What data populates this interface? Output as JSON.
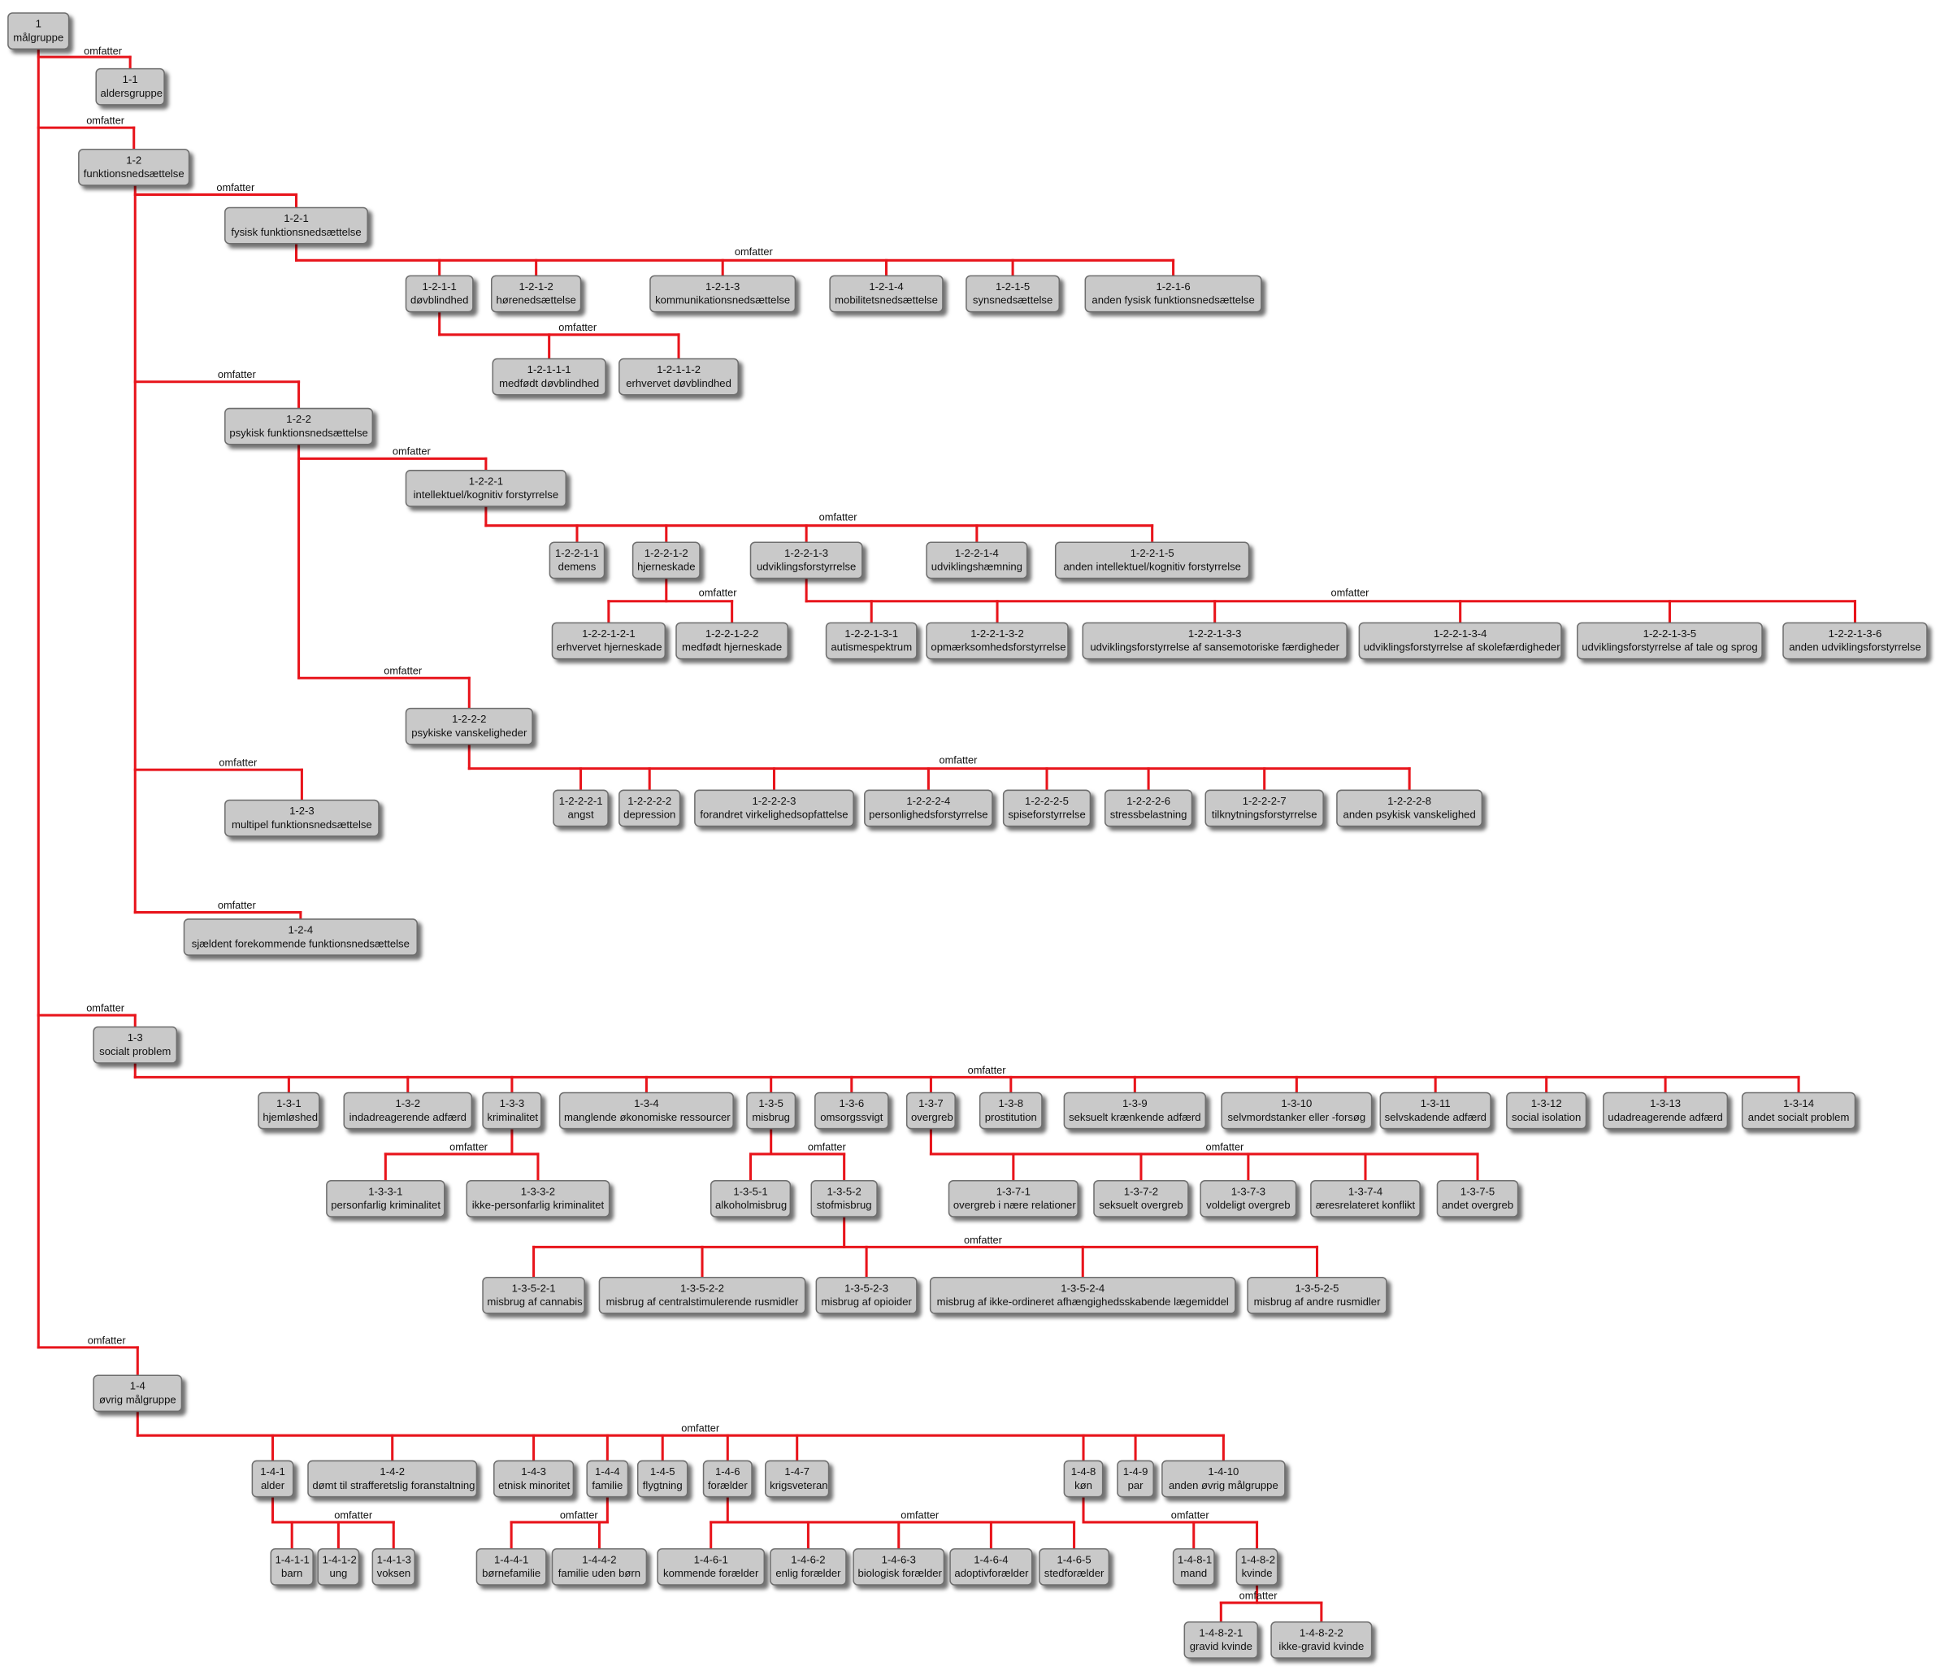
{
  "relation_label": "omfatter",
  "colors": {
    "edge": "#e8141b",
    "node_fill": "#c9c9c9",
    "node_border": "#6e6e6e"
  },
  "nodes": [
    {
      "id": "1",
      "code": "1",
      "label": "målgruppe"
    },
    {
      "id": "1-1",
      "code": "1-1",
      "label": "aldersgruppe"
    },
    {
      "id": "1-2",
      "code": "1-2",
      "label": "funktionsnedsættelse"
    },
    {
      "id": "1-2-1",
      "code": "1-2-1",
      "label": "fysisk funktionsnedsættelse"
    },
    {
      "id": "1-2-1-1",
      "code": "1-2-1-1",
      "label": "døvblindhed"
    },
    {
      "id": "1-2-1-2",
      "code": "1-2-1-2",
      "label": "hørenedsættelse"
    },
    {
      "id": "1-2-1-3",
      "code": "1-2-1-3",
      "label": "kommunikationsnedsættelse"
    },
    {
      "id": "1-2-1-4",
      "code": "1-2-1-4",
      "label": "mobilitetsnedsættelse"
    },
    {
      "id": "1-2-1-5",
      "code": "1-2-1-5",
      "label": "synsnedsættelse"
    },
    {
      "id": "1-2-1-6",
      "code": "1-2-1-6",
      "label": "anden fysisk funktionsnedsættelse"
    },
    {
      "id": "1-2-1-1-1",
      "code": "1-2-1-1-1",
      "label": "medfødt døvblindhed"
    },
    {
      "id": "1-2-1-1-2",
      "code": "1-2-1-1-2",
      "label": "erhvervet døvblindhed"
    },
    {
      "id": "1-2-2",
      "code": "1-2-2",
      "label": "psykisk funktionsnedsættelse"
    },
    {
      "id": "1-2-2-1",
      "code": "1-2-2-1",
      "label": "intellektuel/kognitiv forstyrrelse"
    },
    {
      "id": "1-2-2-1-1",
      "code": "1-2-2-1-1",
      "label": "demens"
    },
    {
      "id": "1-2-2-1-2",
      "code": "1-2-2-1-2",
      "label": "hjerneskade"
    },
    {
      "id": "1-2-2-1-3",
      "code": "1-2-2-1-3",
      "label": "udviklingsforstyrrelse"
    },
    {
      "id": "1-2-2-1-4",
      "code": "1-2-2-1-4",
      "label": "udviklingshæmning"
    },
    {
      "id": "1-2-2-1-5",
      "code": "1-2-2-1-5",
      "label": "anden intellektuel/kognitiv forstyrrelse"
    },
    {
      "id": "1-2-2-1-2-1",
      "code": "1-2-2-1-2-1",
      "label": "erhvervet hjerneskade"
    },
    {
      "id": "1-2-2-1-2-2",
      "code": "1-2-2-1-2-2",
      "label": "medfødt hjerneskade"
    },
    {
      "id": "1-2-2-1-3-1",
      "code": "1-2-2-1-3-1",
      "label": "autismespektrum"
    },
    {
      "id": "1-2-2-1-3-2",
      "code": "1-2-2-1-3-2",
      "label": "opmærksomhedsforstyrrelse"
    },
    {
      "id": "1-2-2-1-3-3",
      "code": "1-2-2-1-3-3",
      "label": "udviklingsforstyrrelse af sansemotoriske færdigheder"
    },
    {
      "id": "1-2-2-1-3-4",
      "code": "1-2-2-1-3-4",
      "label": "udviklingsforstyrrelse af skolefærdigheder"
    },
    {
      "id": "1-2-2-1-3-5",
      "code": "1-2-2-1-3-5",
      "label": "udviklingsforstyrrelse af tale og sprog"
    },
    {
      "id": "1-2-2-1-3-6",
      "code": "1-2-2-1-3-6",
      "label": "anden udviklingsforstyrrelse"
    },
    {
      "id": "1-2-2-2",
      "code": "1-2-2-2",
      "label": "psykiske vanskeligheder"
    },
    {
      "id": "1-2-2-2-1",
      "code": "1-2-2-2-1",
      "label": "angst"
    },
    {
      "id": "1-2-2-2-2",
      "code": "1-2-2-2-2",
      "label": "depression"
    },
    {
      "id": "1-2-2-2-3",
      "code": "1-2-2-2-3",
      "label": "forandret virkelighedsopfattelse"
    },
    {
      "id": "1-2-2-2-4",
      "code": "1-2-2-2-4",
      "label": "personlighedsforstyrrelse"
    },
    {
      "id": "1-2-2-2-5",
      "code": "1-2-2-2-5",
      "label": "spiseforstyrrelse"
    },
    {
      "id": "1-2-2-2-6",
      "code": "1-2-2-2-6",
      "label": "stressbelastning"
    },
    {
      "id": "1-2-2-2-7",
      "code": "1-2-2-2-7",
      "label": "tilknytningsforstyrrelse"
    },
    {
      "id": "1-2-2-2-8",
      "code": "1-2-2-2-8",
      "label": "anden psykisk vanskelighed"
    },
    {
      "id": "1-2-3",
      "code": "1-2-3",
      "label": "multipel funktionsnedsættelse"
    },
    {
      "id": "1-2-4",
      "code": "1-2-4",
      "label": "sjældent forekommende funktionsnedsættelse"
    },
    {
      "id": "1-3",
      "code": "1-3",
      "label": "socialt problem"
    },
    {
      "id": "1-3-1",
      "code": "1-3-1",
      "label": "hjemløshed"
    },
    {
      "id": "1-3-2",
      "code": "1-3-2",
      "label": "indadreagerende adfærd"
    },
    {
      "id": "1-3-3",
      "code": "1-3-3",
      "label": "kriminalitet"
    },
    {
      "id": "1-3-4",
      "code": "1-3-4",
      "label": "manglende økonomiske ressourcer"
    },
    {
      "id": "1-3-5",
      "code": "1-3-5",
      "label": "misbrug"
    },
    {
      "id": "1-3-6",
      "code": "1-3-6",
      "label": "omsorgssvigt"
    },
    {
      "id": "1-3-7",
      "code": "1-3-7",
      "label": "overgreb"
    },
    {
      "id": "1-3-8",
      "code": "1-3-8",
      "label": "prostitution"
    },
    {
      "id": "1-3-9",
      "code": "1-3-9",
      "label": "seksuelt krænkende adfærd"
    },
    {
      "id": "1-3-10",
      "code": "1-3-10",
      "label": "selvmordstanker eller -forsøg"
    },
    {
      "id": "1-3-11",
      "code": "1-3-11",
      "label": "selvskadende adfærd"
    },
    {
      "id": "1-3-12",
      "code": "1-3-12",
      "label": "social isolation"
    },
    {
      "id": "1-3-13",
      "code": "1-3-13",
      "label": "udadreagerende adfærd"
    },
    {
      "id": "1-3-14",
      "code": "1-3-14",
      "label": "andet socialt problem"
    },
    {
      "id": "1-3-3-1",
      "code": "1-3-3-1",
      "label": "personfarlig kriminalitet"
    },
    {
      "id": "1-3-3-2",
      "code": "1-3-3-2",
      "label": "ikke-personfarlig kriminalitet"
    },
    {
      "id": "1-3-5-1",
      "code": "1-3-5-1",
      "label": "alkoholmisbrug"
    },
    {
      "id": "1-3-5-2",
      "code": "1-3-5-2",
      "label": "stofmisbrug"
    },
    {
      "id": "1-3-7-1",
      "code": "1-3-7-1",
      "label": "overgreb i nære relationer"
    },
    {
      "id": "1-3-7-2",
      "code": "1-3-7-2",
      "label": "seksuelt overgreb"
    },
    {
      "id": "1-3-7-3",
      "code": "1-3-7-3",
      "label": "voldeligt overgreb"
    },
    {
      "id": "1-3-7-4",
      "code": "1-3-7-4",
      "label": "æresrelateret konflikt"
    },
    {
      "id": "1-3-7-5",
      "code": "1-3-7-5",
      "label": "andet overgreb"
    },
    {
      "id": "1-3-5-2-1",
      "code": "1-3-5-2-1",
      "label": "misbrug af cannabis"
    },
    {
      "id": "1-3-5-2-2",
      "code": "1-3-5-2-2",
      "label": "misbrug af centralstimulerende rusmidler"
    },
    {
      "id": "1-3-5-2-3",
      "code": "1-3-5-2-3",
      "label": "misbrug af opioider"
    },
    {
      "id": "1-3-5-2-4",
      "code": "1-3-5-2-4",
      "label": "misbrug af ikke-ordineret afhængighedsskabende lægemiddel"
    },
    {
      "id": "1-3-5-2-5",
      "code": "1-3-5-2-5",
      "label": "misbrug af andre rusmidler"
    },
    {
      "id": "1-4",
      "code": "1-4",
      "label": "øvrig målgruppe"
    },
    {
      "id": "1-4-1",
      "code": "1-4-1",
      "label": "alder"
    },
    {
      "id": "1-4-2",
      "code": "1-4-2",
      "label": "dømt til strafferetslig foranstaltning"
    },
    {
      "id": "1-4-3",
      "code": "1-4-3",
      "label": "etnisk minoritet"
    },
    {
      "id": "1-4-4",
      "code": "1-4-4",
      "label": "familie"
    },
    {
      "id": "1-4-5",
      "code": "1-4-5",
      "label": "flygtning"
    },
    {
      "id": "1-4-6",
      "code": "1-4-6",
      "label": "forælder"
    },
    {
      "id": "1-4-7",
      "code": "1-4-7",
      "label": "krigsveteran"
    },
    {
      "id": "1-4-8",
      "code": "1-4-8",
      "label": "køn"
    },
    {
      "id": "1-4-9",
      "code": "1-4-9",
      "label": "par"
    },
    {
      "id": "1-4-10",
      "code": "1-4-10",
      "label": "anden øvrig målgruppe"
    },
    {
      "id": "1-4-1-1",
      "code": "1-4-1-1",
      "label": "barn"
    },
    {
      "id": "1-4-1-2",
      "code": "1-4-1-2",
      "label": "ung"
    },
    {
      "id": "1-4-1-3",
      "code": "1-4-1-3",
      "label": "voksen"
    },
    {
      "id": "1-4-4-1",
      "code": "1-4-4-1",
      "label": "børnefamilie"
    },
    {
      "id": "1-4-4-2",
      "code": "1-4-4-2",
      "label": "familie uden børn"
    },
    {
      "id": "1-4-6-1",
      "code": "1-4-6-1",
      "label": "kommende forælder"
    },
    {
      "id": "1-4-6-2",
      "code": "1-4-6-2",
      "label": "enlig forælder"
    },
    {
      "id": "1-4-6-3",
      "code": "1-4-6-3",
      "label": "biologisk forælder"
    },
    {
      "id": "1-4-6-4",
      "code": "1-4-6-4",
      "label": "adoptivforælder"
    },
    {
      "id": "1-4-6-5",
      "code": "1-4-6-5",
      "label": "stedforælder"
    },
    {
      "id": "1-4-8-1",
      "code": "1-4-8-1",
      "label": "mand"
    },
    {
      "id": "1-4-8-2",
      "code": "1-4-8-2",
      "label": "kvinde"
    },
    {
      "id": "1-4-8-2-1",
      "code": "1-4-8-2-1",
      "label": "gravid kvinde"
    },
    {
      "id": "1-4-8-2-2",
      "code": "1-4-8-2-2",
      "label": "ikke-gravid kvinde"
    }
  ],
  "relations": [
    {
      "parent": "1",
      "children": [
        "1-1"
      ]
    },
    {
      "parent": "1",
      "children": [
        "1-2"
      ]
    },
    {
      "parent": "1",
      "children": [
        "1-3"
      ]
    },
    {
      "parent": "1",
      "children": [
        "1-4"
      ]
    },
    {
      "parent": "1-2",
      "children": [
        "1-2-1"
      ]
    },
    {
      "parent": "1-2",
      "children": [
        "1-2-2"
      ]
    },
    {
      "parent": "1-2",
      "children": [
        "1-2-3"
      ]
    },
    {
      "parent": "1-2",
      "children": [
        "1-2-4"
      ]
    },
    {
      "parent": "1-2-1",
      "children": [
        "1-2-1-1",
        "1-2-1-2",
        "1-2-1-3",
        "1-2-1-4",
        "1-2-1-5",
        "1-2-1-6"
      ]
    },
    {
      "parent": "1-2-1-1",
      "children": [
        "1-2-1-1-1",
        "1-2-1-1-2"
      ]
    },
    {
      "parent": "1-2-2",
      "children": [
        "1-2-2-1"
      ]
    },
    {
      "parent": "1-2-2",
      "children": [
        "1-2-2-2"
      ]
    },
    {
      "parent": "1-2-2-1",
      "children": [
        "1-2-2-1-1",
        "1-2-2-1-2",
        "1-2-2-1-3",
        "1-2-2-1-4",
        "1-2-2-1-5"
      ]
    },
    {
      "parent": "1-2-2-1-2",
      "children": [
        "1-2-2-1-2-1",
        "1-2-2-1-2-2"
      ]
    },
    {
      "parent": "1-2-2-1-3",
      "children": [
        "1-2-2-1-3-1",
        "1-2-2-1-3-2",
        "1-2-2-1-3-3",
        "1-2-2-1-3-4",
        "1-2-2-1-3-5",
        "1-2-2-1-3-6"
      ]
    },
    {
      "parent": "1-2-2-2",
      "children": [
        "1-2-2-2-1",
        "1-2-2-2-2",
        "1-2-2-2-3",
        "1-2-2-2-4",
        "1-2-2-2-5",
        "1-2-2-2-6",
        "1-2-2-2-7",
        "1-2-2-2-8"
      ]
    },
    {
      "parent": "1-3",
      "children": [
        "1-3-1",
        "1-3-2",
        "1-3-3",
        "1-3-4",
        "1-3-5",
        "1-3-6",
        "1-3-7",
        "1-3-8",
        "1-3-9",
        "1-3-10",
        "1-3-11",
        "1-3-12",
        "1-3-13",
        "1-3-14"
      ]
    },
    {
      "parent": "1-3-3",
      "children": [
        "1-3-3-1",
        "1-3-3-2"
      ]
    },
    {
      "parent": "1-3-5",
      "children": [
        "1-3-5-1",
        "1-3-5-2"
      ]
    },
    {
      "parent": "1-3-7",
      "children": [
        "1-3-7-1",
        "1-3-7-2",
        "1-3-7-3",
        "1-3-7-4",
        "1-3-7-5"
      ]
    },
    {
      "parent": "1-3-5-2",
      "children": [
        "1-3-5-2-1",
        "1-3-5-2-2",
        "1-3-5-2-3",
        "1-3-5-2-4",
        "1-3-5-2-5"
      ]
    },
    {
      "parent": "1-4",
      "children": [
        "1-4-1",
        "1-4-2",
        "1-4-3",
        "1-4-4",
        "1-4-5",
        "1-4-6",
        "1-4-7",
        "1-4-8",
        "1-4-9",
        "1-4-10"
      ]
    },
    {
      "parent": "1-4-1",
      "children": [
        "1-4-1-1",
        "1-4-1-2",
        "1-4-1-3"
      ]
    },
    {
      "parent": "1-4-4",
      "children": [
        "1-4-4-1",
        "1-4-4-2"
      ]
    },
    {
      "parent": "1-4-6",
      "children": [
        "1-4-6-1",
        "1-4-6-2",
        "1-4-6-3",
        "1-4-6-4",
        "1-4-6-5"
      ]
    },
    {
      "parent": "1-4-8",
      "children": [
        "1-4-8-1",
        "1-4-8-2"
      ]
    },
    {
      "parent": "1-4-8-2",
      "children": [
        "1-4-8-2-1",
        "1-4-8-2-2"
      ]
    }
  ]
}
